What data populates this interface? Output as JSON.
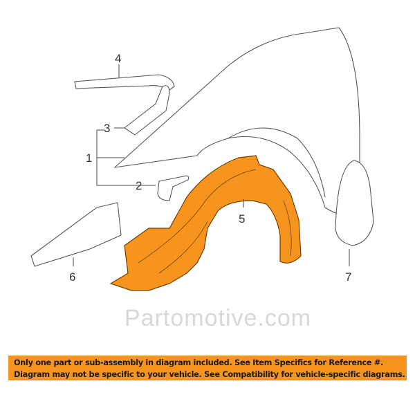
{
  "diagram": {
    "callouts": [
      "1",
      "2",
      "3",
      "4",
      "5",
      "6",
      "7"
    ],
    "watermark": "Partomotive.com",
    "accent_color": "#f7941d",
    "highlighted_part": "5"
  },
  "notice": {
    "line1": "Only one part or sub-assembly in diagram included. See Item Specifics for Reference #.",
    "line2": "Diagram may not be specific to your vehicle. See Compatibility for vehicle-specific diagrams."
  }
}
